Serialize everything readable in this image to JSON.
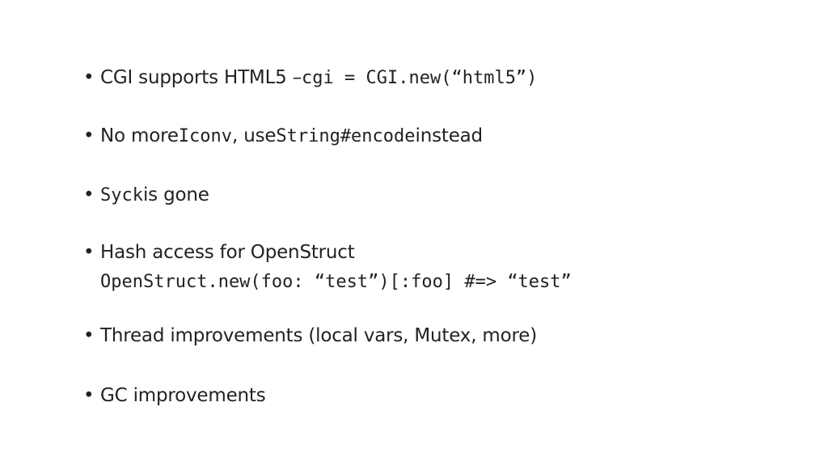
{
  "bullet_glyph": "•",
  "items": [
    {
      "text": "CGI supports HTML5 – ",
      "code": "cgi = CGI.new(“html5”)"
    },
    {
      "pre": "No more ",
      "code1": "Iconv",
      "mid": ", use ",
      "code2": "String#encode",
      "post": " instead"
    },
    {
      "code": "Syck",
      "post": " is gone"
    },
    {
      "text": "Hash access for OpenStruct",
      "code_line": "OpenStruct.new(foo: “test”)[:foo] #=> “test”"
    },
    {
      "text": "Thread improvements (local vars, Mutex, more)"
    },
    {
      "text": "GC improvements"
    }
  ]
}
